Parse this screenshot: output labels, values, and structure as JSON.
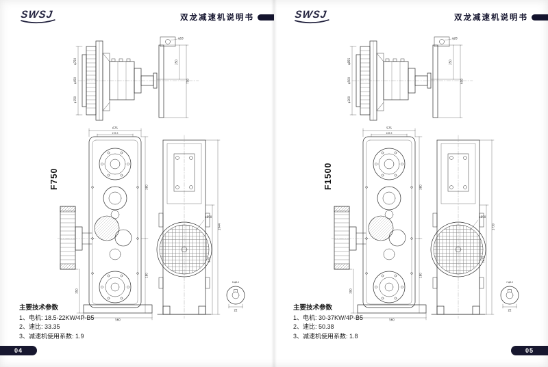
{
  "pages": [
    {
      "header": {
        "logo": "SWSJ",
        "title": "双龙减速机说明书"
      },
      "model": "F750",
      "specs": {
        "heading": "主要技术参数",
        "items": [
          "1、电机: 18.5-22KW/4P-B5",
          "2、速比: 33.35",
          "3、减速机使用系数: 1.9"
        ]
      },
      "page_number": "04",
      "dims": {
        "side_left_1": "φ750",
        "side_left_2": "φ450",
        "side_left_3": "φ150",
        "side_right_top": "250",
        "side_right_full": "750",
        "side_hole": "φ18",
        "front_top_w": "675",
        "front_top_inner": "195.5",
        "front_left_h": "350",
        "front_right_h1": "380",
        "front_right_h2": "180",
        "front_bottom_w": "560",
        "rear_full_h": "1944",
        "rear_part_h": "970",
        "fan_dia": "φ890",
        "shaft_detail_a": "22",
        "shaft_detail_b": "6-φ6.2"
      }
    },
    {
      "header": {
        "logo": "SWSJ",
        "title": "双龙减速机说明书"
      },
      "model": "F1500",
      "specs": {
        "heading": "主要技术参数",
        "items": [
          "1、电机: 30-37KW/4P-B5",
          "2、速比: 50.38",
          "3、减速机使用系数: 1.8"
        ]
      },
      "page_number": "05",
      "dims": {
        "side_left_1": "φ855",
        "side_left_2": "φ500",
        "side_left_3": "φ200",
        "side_right_top": "250",
        "side_right_full": "650",
        "side_hole": "φ28",
        "front_top_w": "575",
        "front_top_inner": "185.5",
        "front_left_h": "390",
        "front_right_h1": "380",
        "front_right_h2": "180",
        "front_bottom_w": "560",
        "rear_full_h": "1730",
        "rear_part_h": "1210",
        "fan_dia": "φ890",
        "shaft_detail_a": "22",
        "shaft_detail_b": "7-φ6.2"
      }
    }
  ],
  "colors": {
    "accent": "#14142e",
    "line": "#2b2b2b"
  }
}
